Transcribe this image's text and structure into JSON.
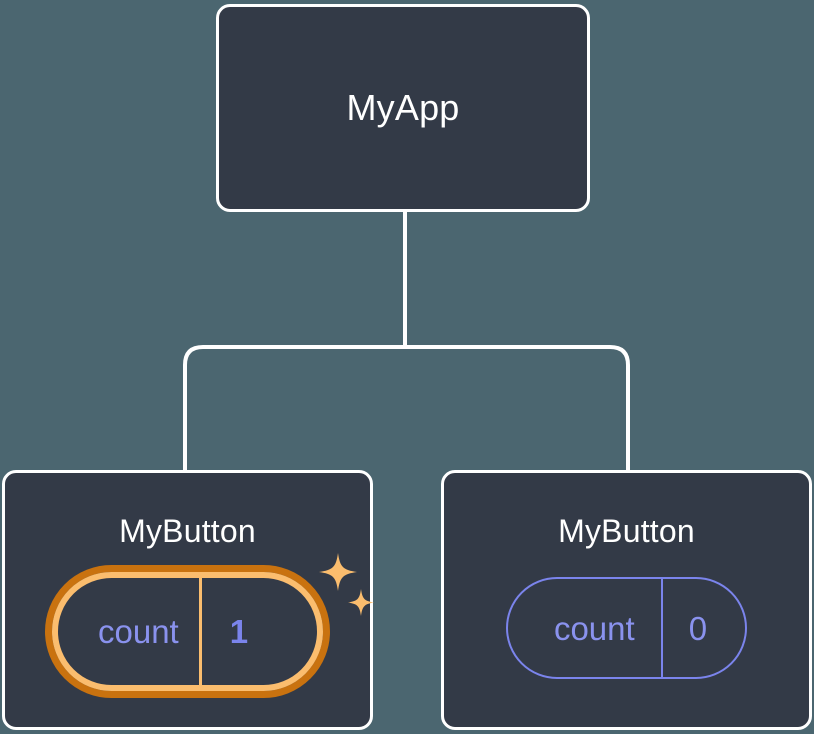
{
  "diagram": {
    "type": "component-tree",
    "background_color": "#4b6670",
    "node_fill_color": "#333a47",
    "node_border_color": "#ffffff",
    "connector_color": "#ffffff",
    "highlight_outer_color": "#c9720f",
    "highlight_inner_color": "#fbbd6e",
    "state_text_color": "#8a92ee",
    "state_border_color": "#7b84ec",
    "sparkle_color": "#fbbd6e"
  },
  "root": {
    "title": "MyApp"
  },
  "children": [
    {
      "title": "MyButton",
      "highlighted": true,
      "state": {
        "key": "count",
        "value": "1"
      },
      "sparkle_names": [
        "sparkle-large-icon",
        "sparkle-small-icon"
      ]
    },
    {
      "title": "MyButton",
      "highlighted": false,
      "state": {
        "key": "count",
        "value": "0"
      }
    }
  ],
  "edges": [
    {
      "from": "MyApp",
      "to": "MyButton (left)"
    },
    {
      "from": "MyApp",
      "to": "MyButton (right)"
    }
  ]
}
